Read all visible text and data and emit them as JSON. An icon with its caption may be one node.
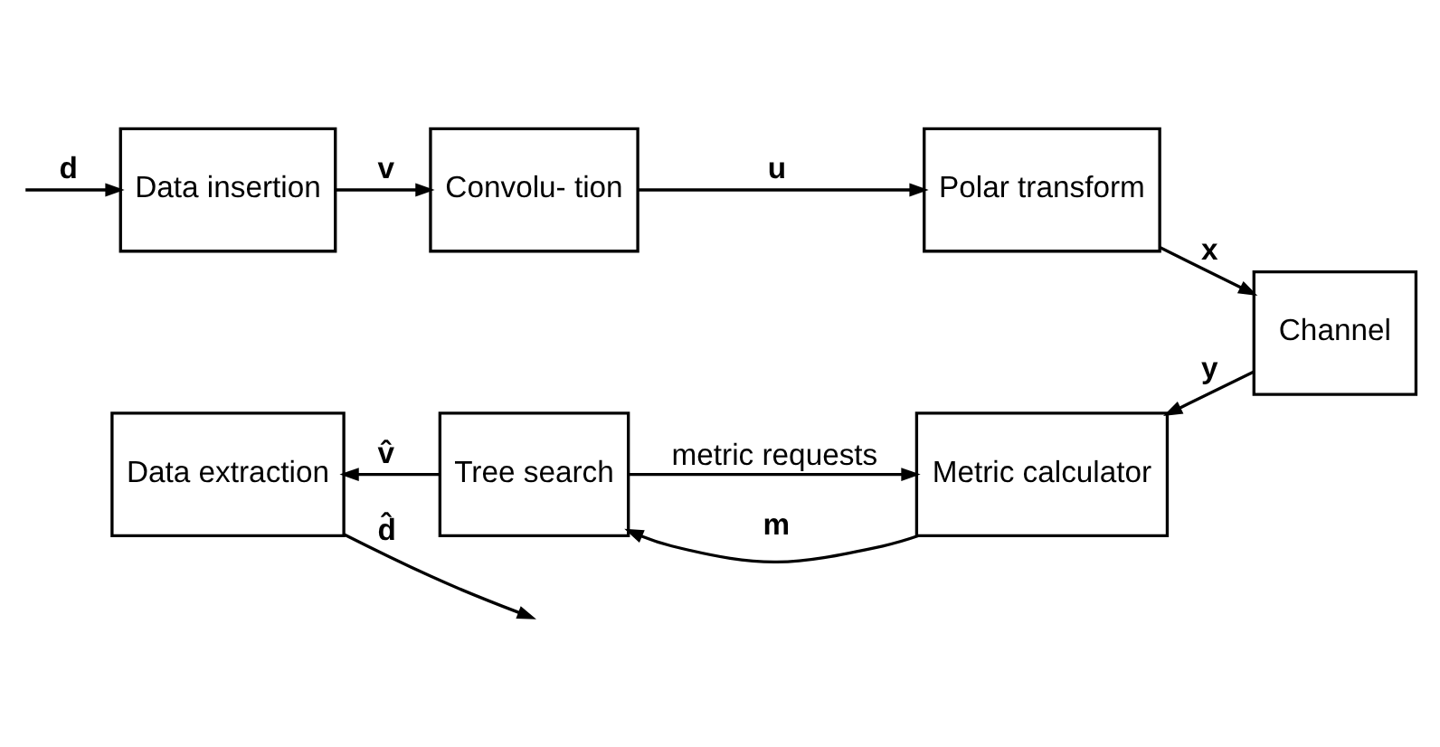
{
  "diagram": {
    "nodes": [
      {
        "text": [
          "Data insertion"
        ]
      },
      {
        "text": [
          "Convolu- tion"
        ]
      },
      {
        "text": [
          "Polar transform"
        ]
      },
      {
        "text": [
          "Channel"
        ]
      },
      {
        "text": [
          "Metric calculator"
        ]
      },
      {
        "text": [
          "Tree search"
        ]
      },
      {
        "text": [
          "Data extraction"
        ]
      }
    ],
    "edges": [
      {
        "from": null,
        "to": 0,
        "arrow": "to",
        "label": "d"
      },
      {
        "from": 0,
        "to": 1,
        "arrow": "to",
        "label": "v"
      },
      {
        "from": 1,
        "to": 2,
        "arrow": "to",
        "label": "u"
      },
      {
        "from": 2,
        "to": 3,
        "arrow": "to",
        "label": "x"
      },
      {
        "from": 3,
        "to": 4,
        "arrow": "to",
        "label": "y"
      },
      {
        "from": 4,
        "to": 5,
        "arrow": "to",
        "label": "m"
      },
      {
        "from": 5,
        "to": 4,
        "arrow": "to",
        "label": "metric requests"
      },
      {
        "from": 5,
        "to": 6,
        "arrow": "to",
        "label": "v̂"
      },
      {
        "from": 6,
        "to": null,
        "arrow": "to",
        "label": "d̂"
      }
    ]
  }
}
